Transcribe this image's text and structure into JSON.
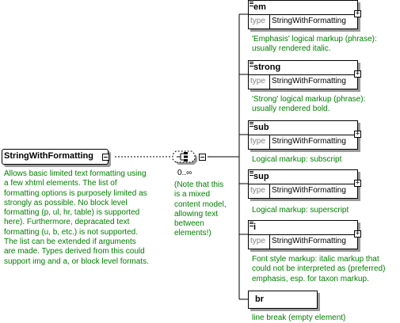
{
  "root": {
    "name": "StringWithFormatting",
    "documentation": [
      "Allows basic limited text formatting using",
      "a few xhtml elements. The list of",
      "formatting options is purposely limited as",
      "strongly as possible. No block level",
      "formatting (p, ul, hr, table) is supported",
      "here). Furthermore, depracated text",
      "formatting (u, b, etc.) is not supported.",
      "The list can be extended if arguments",
      "are made. Types derived from this could",
      "support img and a, or block level formats."
    ]
  },
  "choice": {
    "cardinality": "0..∞",
    "note": [
      "(Note that this",
      "is a mixed",
      "content model,",
      "allowing text",
      "between",
      "elements!)"
    ]
  },
  "type_label": "type",
  "elements": [
    {
      "name": "em",
      "type": "StringWithFormatting",
      "documentation": [
        "'Emphasis' logical markup (phrase):",
        "usually rendered italic."
      ]
    },
    {
      "name": "strong",
      "type": "StringWithFormatting",
      "documentation": [
        "'Strong' logical markup (phrase):",
        "usually rendered bold."
      ]
    },
    {
      "name": "sub",
      "type": "StringWithFormatting",
      "documentation": [
        "Logical markup: subscript"
      ]
    },
    {
      "name": "sup",
      "type": "StringWithFormatting",
      "documentation": [
        "Logical markup: superscript"
      ]
    },
    {
      "name": "i",
      "type": "StringWithFormatting",
      "documentation": [
        "Font style markup: italic markup that",
        "could not be interpreted as (preferred)",
        "emphasis, esp. for taxon markup."
      ]
    },
    {
      "name": "br",
      "type": "",
      "documentation": [
        "line break (empty element)"
      ]
    }
  ]
}
